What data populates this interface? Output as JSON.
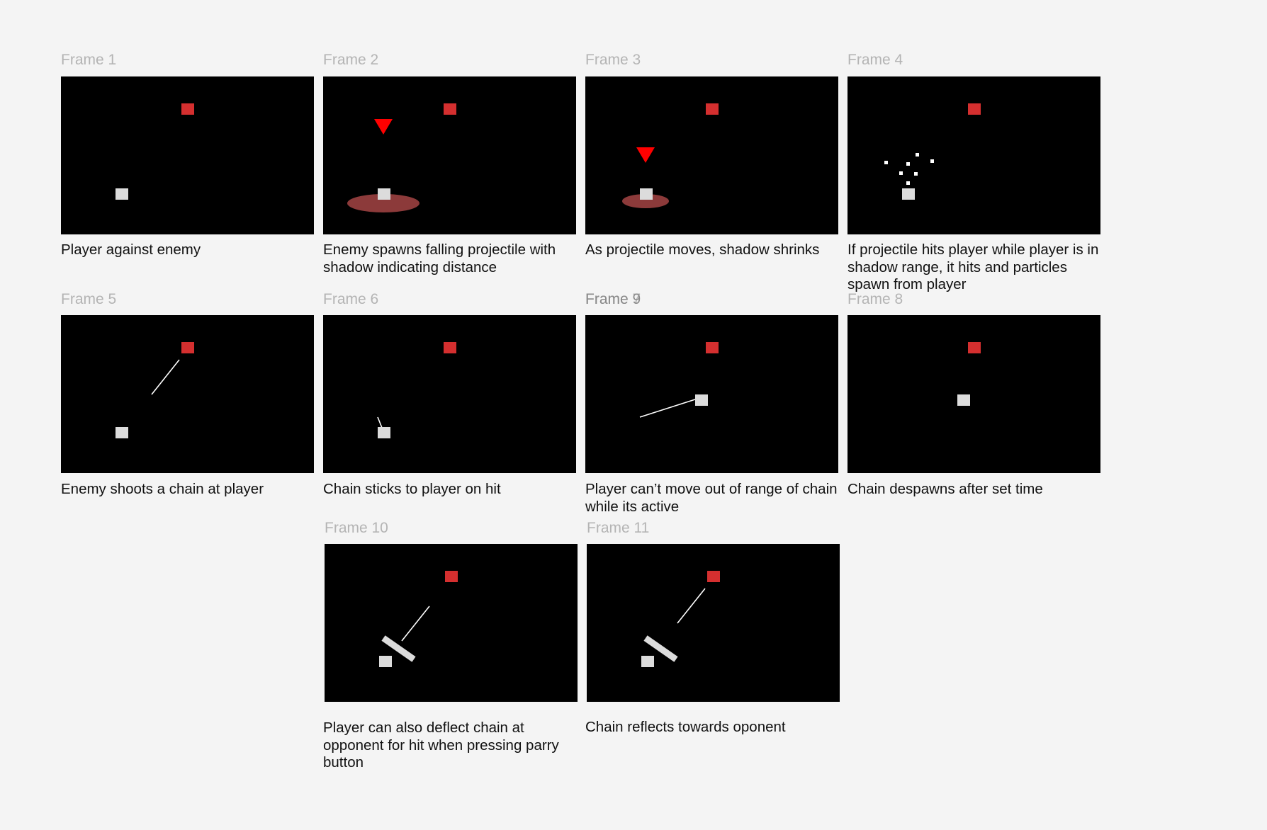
{
  "colors": {
    "background": "#f4f4f4",
    "panel": "#000000",
    "enemy": "#d42f2f",
    "player": "#dcdcdc",
    "projectile": "#ff0000",
    "shadow": "#8c3a3a",
    "label": "#b4b4b4",
    "caption": "#111111"
  },
  "frames": [
    {
      "label": "Frame 1",
      "caption": "Player against enemy"
    },
    {
      "label": "Frame 2",
      "caption": "Enemy spawns falling projectile with shadow indicating distance"
    },
    {
      "label": "Frame 3",
      "caption": "As projectile moves, shadow shrinks"
    },
    {
      "label": "Frame 4",
      "caption": "If projectile hits player while player is in shadow range, it hits and particles spawn from player"
    },
    {
      "label": "Frame 5",
      "caption": "Enemy shoots a chain at player"
    },
    {
      "label": "Frame 6",
      "caption": "Chain sticks to player on hit"
    },
    {
      "label": "Frame 7",
      "label_overlap": "Frame 9",
      "caption": "Player can’t move out of range of chain while its active"
    },
    {
      "label": "Frame 8",
      "caption": "Chain despawns after set time"
    },
    {
      "label": "Frame 10",
      "caption": "Player can also deflect chain at opponent for hit when pressing parry button"
    },
    {
      "label": "Frame 11",
      "caption": "Chain reflects towards oponent"
    }
  ]
}
